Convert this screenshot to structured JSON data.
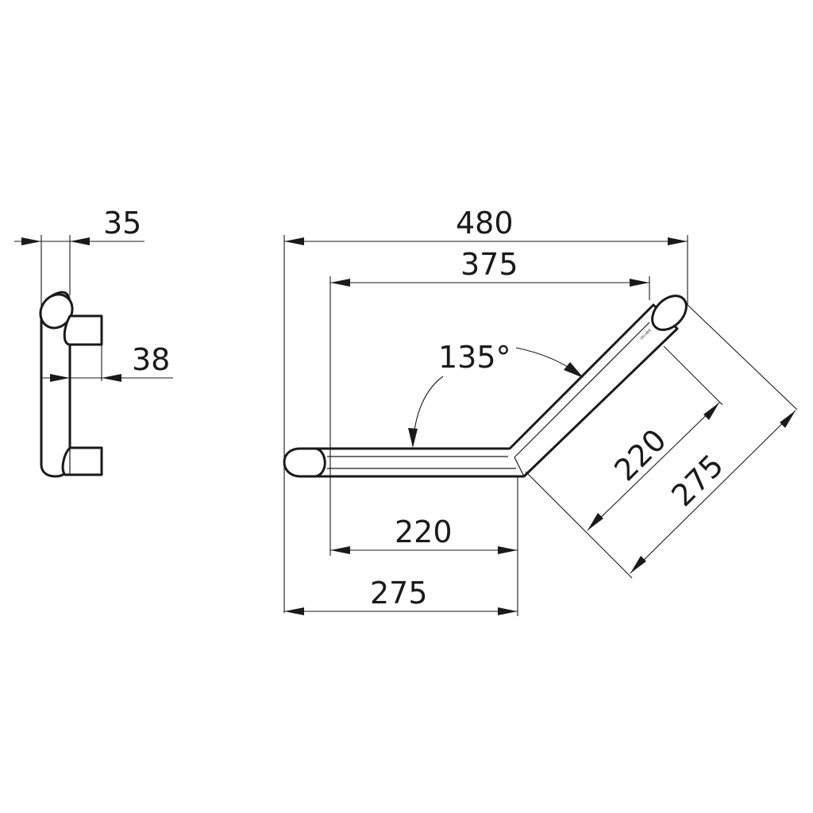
{
  "side_view": {
    "width_dim": "35",
    "depth_dim": "38"
  },
  "top_view": {
    "overall_width": "480",
    "inner_width": "375",
    "angle": "135°",
    "horizontal_inner_length": "220",
    "horizontal_outer_length": "275",
    "angled_inner_length": "220",
    "angled_outer_length": "275"
  },
  "colors": {
    "line": "#1a1a1a",
    "background": "#ffffff"
  }
}
